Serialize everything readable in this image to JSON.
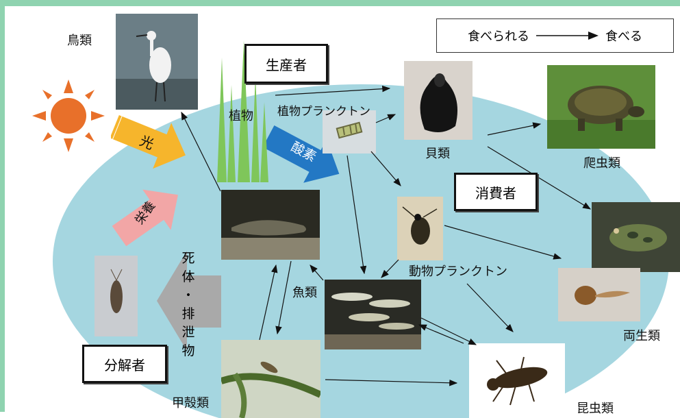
{
  "legend": {
    "from": "食べられる",
    "to": "食べる"
  },
  "labels": {
    "birds": "鳥類",
    "plants": "植物",
    "phytoplankton": "植物プランクトン",
    "shellfish": "貝類",
    "reptiles": "爬虫類",
    "zooplankton": "動物プランクトン",
    "fish": "魚類",
    "amphibians": "両生類",
    "crustaceans": "甲殻類",
    "insects": "昆虫類"
  },
  "roles": {
    "producer": "生産者",
    "consumer": "消費者",
    "decomposer": "分解者"
  },
  "flows": {
    "light": "光",
    "oxygen": "酸素",
    "nutrients": "栄養",
    "detritus": [
      "死",
      "体",
      "・",
      "排",
      "泄",
      "物"
    ]
  },
  "colors": {
    "frame": "#8fd3b0",
    "pond": "#a5d6e0",
    "sun": "#e8702a",
    "light_arrow": "#f6b52c",
    "oxygen_arrow": "#2378c4",
    "nutrient_arrow": "#f2a6a6",
    "detritus_arrow": "#a9a9a9",
    "plants": "#7fc65a"
  }
}
